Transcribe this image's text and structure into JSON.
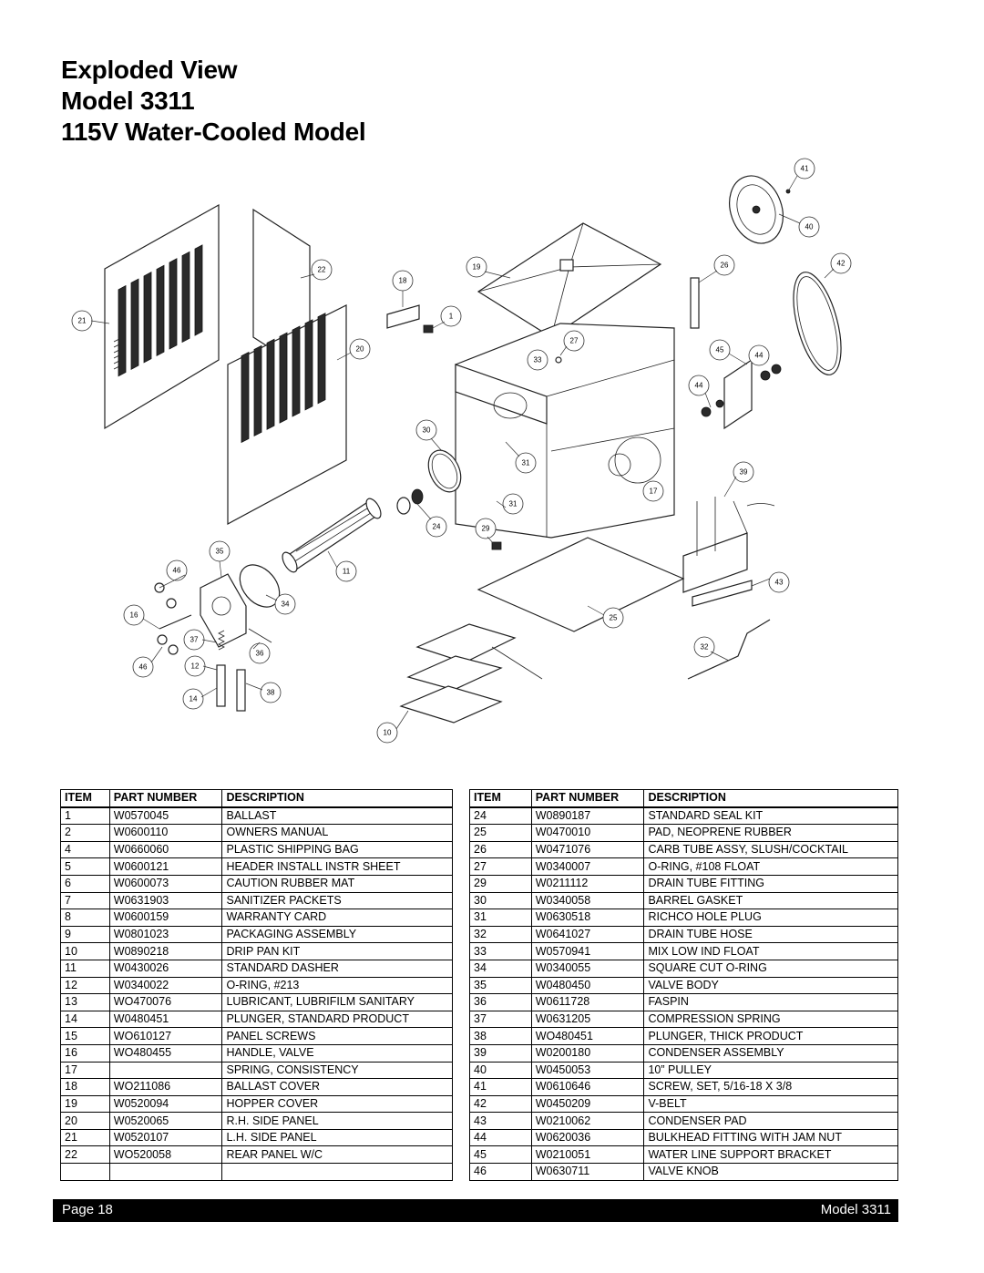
{
  "title": {
    "line1": "Exploded View",
    "line2": "Model 3311",
    "line3": "115V Water-Cooled Model"
  },
  "callouts": [
    "41",
    "40",
    "42",
    "26",
    "19",
    "22",
    "18",
    "1",
    "21",
    "20",
    "27",
    "33",
    "45",
    "44",
    "44",
    "30",
    "31",
    "39",
    "31",
    "17",
    "24",
    "29",
    "35",
    "11",
    "46",
    "34",
    "16",
    "37",
    "36",
    "46",
    "12",
    "38",
    "14",
    "43",
    "25",
    "32",
    "10"
  ],
  "table_headers": {
    "item": "ITEM",
    "part_number": "PART NUMBER",
    "description": "DESCRIPTION"
  },
  "parts_left": [
    {
      "item": "1",
      "part": "W0570045",
      "desc": "BALLAST"
    },
    {
      "item": "2",
      "part": "W0600110",
      "desc": "OWNERS MANUAL"
    },
    {
      "item": "4",
      "part": "W0660060",
      "desc": "PLASTIC SHIPPING BAG"
    },
    {
      "item": "5",
      "part": "W0600121",
      "desc": "HEADER INSTALL INSTR SHEET"
    },
    {
      "item": "6",
      "part": "W0600073",
      "desc": "CAUTION RUBBER MAT"
    },
    {
      "item": "7",
      "part": "W0631903",
      "desc": "SANITIZER PACKETS"
    },
    {
      "item": "8",
      "part": "W0600159",
      "desc": "WARRANTY CARD"
    },
    {
      "item": "9",
      "part": "W0801023",
      "desc": "PACKAGING ASSEMBLY"
    },
    {
      "item": "10",
      "part": "W0890218",
      "desc": "DRIP PAN KIT"
    },
    {
      "item": "11",
      "part": "W0430026",
      "desc": "STANDARD DASHER"
    },
    {
      "item": "12",
      "part": "W0340022",
      "desc": "O-RING, #213"
    },
    {
      "item": "13",
      "part": "WO470076",
      "desc": "LUBRICANT, LUBRIFILM SANITARY"
    },
    {
      "item": "14",
      "part": "W0480451",
      "desc": "PLUNGER, STANDARD PRODUCT"
    },
    {
      "item": "15",
      "part": "WO610127",
      "desc": "PANEL SCREWS"
    },
    {
      "item": "16",
      "part": "WO480455",
      "desc": "HANDLE, VALVE"
    },
    {
      "item": "17",
      "part": "",
      "desc": "SPRING, CONSISTENCY"
    },
    {
      "item": "18",
      "part": "WO211086",
      "desc": "BALLAST COVER"
    },
    {
      "item": "19",
      "part": "W0520094",
      "desc": "HOPPER COVER"
    },
    {
      "item": "20",
      "part": "W0520065",
      "desc": "R.H. SIDE PANEL"
    },
    {
      "item": "21",
      "part": "W0520107",
      "desc": "L.H. SIDE PANEL"
    },
    {
      "item": "22",
      "part": "WO520058",
      "desc": "REAR PANEL W/C"
    },
    {
      "item": "",
      "part": "",
      "desc": ""
    }
  ],
  "parts_right": [
    {
      "item": "24",
      "part": "W0890187",
      "desc": "STANDARD SEAL KIT"
    },
    {
      "item": "25",
      "part": "W0470010",
      "desc": "PAD, NEOPRENE RUBBER"
    },
    {
      "item": "26",
      "part": "W0471076",
      "desc": "CARB TUBE ASSY, SLUSH/COCKTAIL"
    },
    {
      "item": "27",
      "part": "W0340007",
      "desc": "O-RING, #108 FLOAT"
    },
    {
      "item": "29",
      "part": "W0211112",
      "desc": "DRAIN TUBE FITTING"
    },
    {
      "item": "30",
      "part": "W0340058",
      "desc": "BARREL GASKET"
    },
    {
      "item": "31",
      "part": "W0630518",
      "desc": "RICHCO HOLE PLUG"
    },
    {
      "item": "32",
      "part": "W0641027",
      "desc": "DRAIN TUBE HOSE"
    },
    {
      "item": "33",
      "part": "W0570941",
      "desc": "MIX LOW IND FLOAT"
    },
    {
      "item": "34",
      "part": "W0340055",
      "desc": "SQUARE CUT O-RING"
    },
    {
      "item": "35",
      "part": "W0480450",
      "desc": "VALVE BODY"
    },
    {
      "item": "36",
      "part": "W0611728",
      "desc": "FASPIN"
    },
    {
      "item": "37",
      "part": "W0631205",
      "desc": "COMPRESSION SPRING"
    },
    {
      "item": "38",
      "part": "WO480451",
      "desc": "PLUNGER, THICK PRODUCT"
    },
    {
      "item": "39",
      "part": "W0200180",
      "desc": "CONDENSER ASSEMBLY"
    },
    {
      "item": "40",
      "part": "W0450053",
      "desc": "10” PULLEY"
    },
    {
      "item": "41",
      "part": "W0610646",
      "desc": "SCREW, SET, 5/16-18 X 3/8"
    },
    {
      "item": "42",
      "part": "W0450209",
      "desc": "V-BELT"
    },
    {
      "item": "43",
      "part": "W0210062",
      "desc": "CONDENSER PAD"
    },
    {
      "item": "44",
      "part": "W0620036",
      "desc": "BULKHEAD FITTING WITH JAM NUT"
    },
    {
      "item": "45",
      "part": "W0210051",
      "desc": "WATER LINE SUPPORT BRACKET"
    },
    {
      "item": "46",
      "part": "W0630711",
      "desc": "VALVE KNOB"
    }
  ],
  "footer": {
    "page": "Page 18",
    "model": "Model 3311"
  }
}
